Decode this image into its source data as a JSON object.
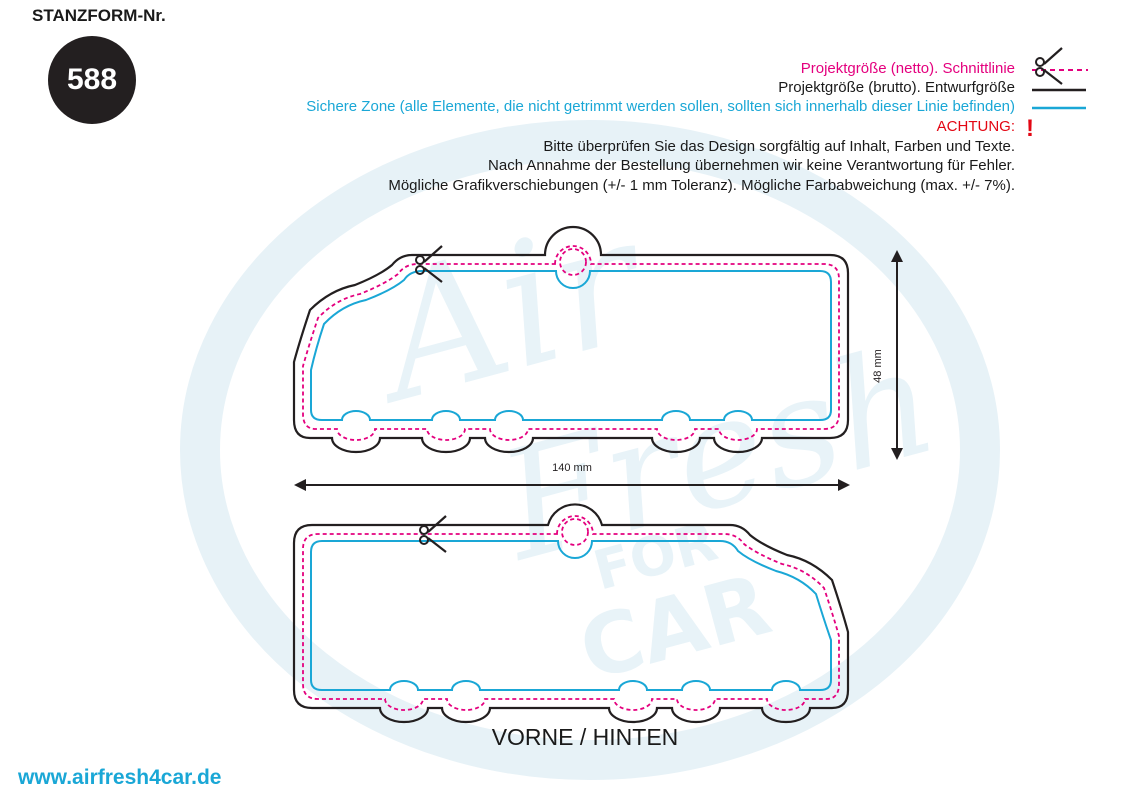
{
  "header": {
    "title": "STANZFORM-Nr.",
    "number": "588"
  },
  "legend": {
    "cut_line": "Projektgröße (netto). Schnittlinie",
    "bleed_line": "Projektgröße (brutto). Entwurfgröße",
    "safe_zone": "Sichere Zone (alle Elemente, die nicht getrimmt werden sollen, sollten sich innerhalb dieser Linie befinden)",
    "attention": "ACHTUNG:",
    "attention_mark": "!",
    "note_1": "Bitte überprüfen Sie das Design sorgfältig auf Inhalt, Farben und Texte.",
    "note_2": "Nach Annahme der Bestellung übernehmen wir keine Verantwortung für Fehler.",
    "note_3": "Mögliche Grafikverschiebungen (+/- 1 mm Toleranz). Mögliche Farbabweichung (max. +/- 7%)."
  },
  "dimensions": {
    "height": "48 mm",
    "width": "140 mm"
  },
  "watermark": {
    "text_1": "Air",
    "text_2": "Fresh",
    "text_3": "FOR",
    "text_4": "CAR"
  },
  "footer": {
    "side_label": "VORNE / HINTEN",
    "website": "www.airfresh4car.de"
  },
  "colors": {
    "cut": "#e4007e",
    "bleed": "#231f20",
    "safe": "#1aa7d6",
    "attention": "#e30613",
    "watermark": "#e3f1f7"
  },
  "icons": {
    "scissors": "scissors-icon"
  }
}
